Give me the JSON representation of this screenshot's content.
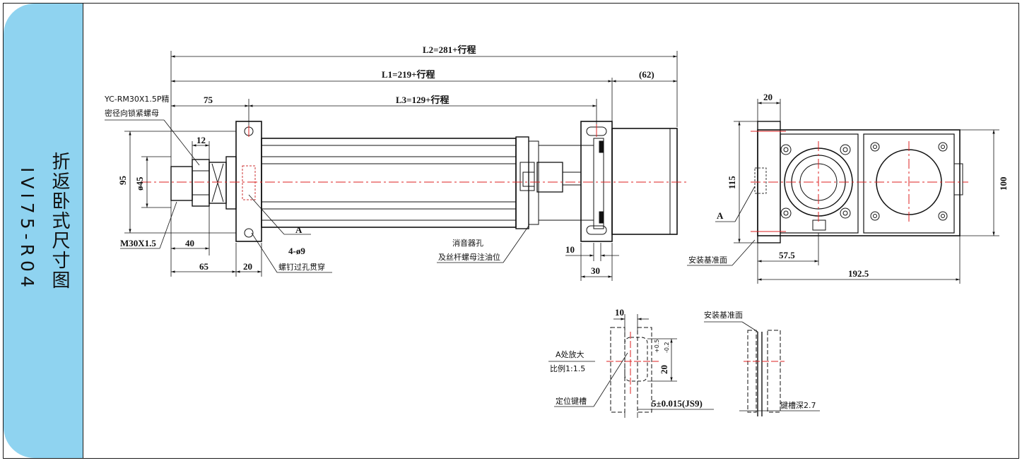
{
  "sidebar": {
    "title": "折返卧式尺寸图",
    "model": "IVI75-R04"
  },
  "dimensions": {
    "l2": "L2=281+行程",
    "l1": "L1=219+行程",
    "l3": "L3=129+行程",
    "motor_len": "(62)",
    "d75": "75",
    "d12": "12",
    "d95": "95",
    "d45": "ø45",
    "d40": "40",
    "d65": "65",
    "d20_left": "20",
    "d10": "10",
    "d30": "30",
    "d20_top": "20",
    "d115": "115",
    "d100": "100",
    "d57_5": "57.5",
    "d192_5": "192.5",
    "detail_10": "10",
    "detail_20": "20",
    "detail_20_tol_plus": "+0.5",
    "detail_20_tol_minus": "-0.2",
    "key_width": "5±0.015(JS9)",
    "key_depth": "键槽深2.7"
  },
  "labels": {
    "thread_note_1": "YC-RM30X1.5P精",
    "thread_note_2": "密径向锁紧螺母",
    "thread": "M30X1.5",
    "section_a": "A",
    "section_a_side": "A",
    "holes": "4-ø9",
    "holes_note": "螺钉过孔贯穿",
    "muffler_1": "消音器孔",
    "muffler_2": "及丝杆螺母注油位",
    "mount_ref": "安装基准面",
    "mount_ref_detail": "安装基准面",
    "detail_title": "A处放大",
    "detail_scale": "比例1:1.5",
    "key_slot": "定位键槽"
  }
}
